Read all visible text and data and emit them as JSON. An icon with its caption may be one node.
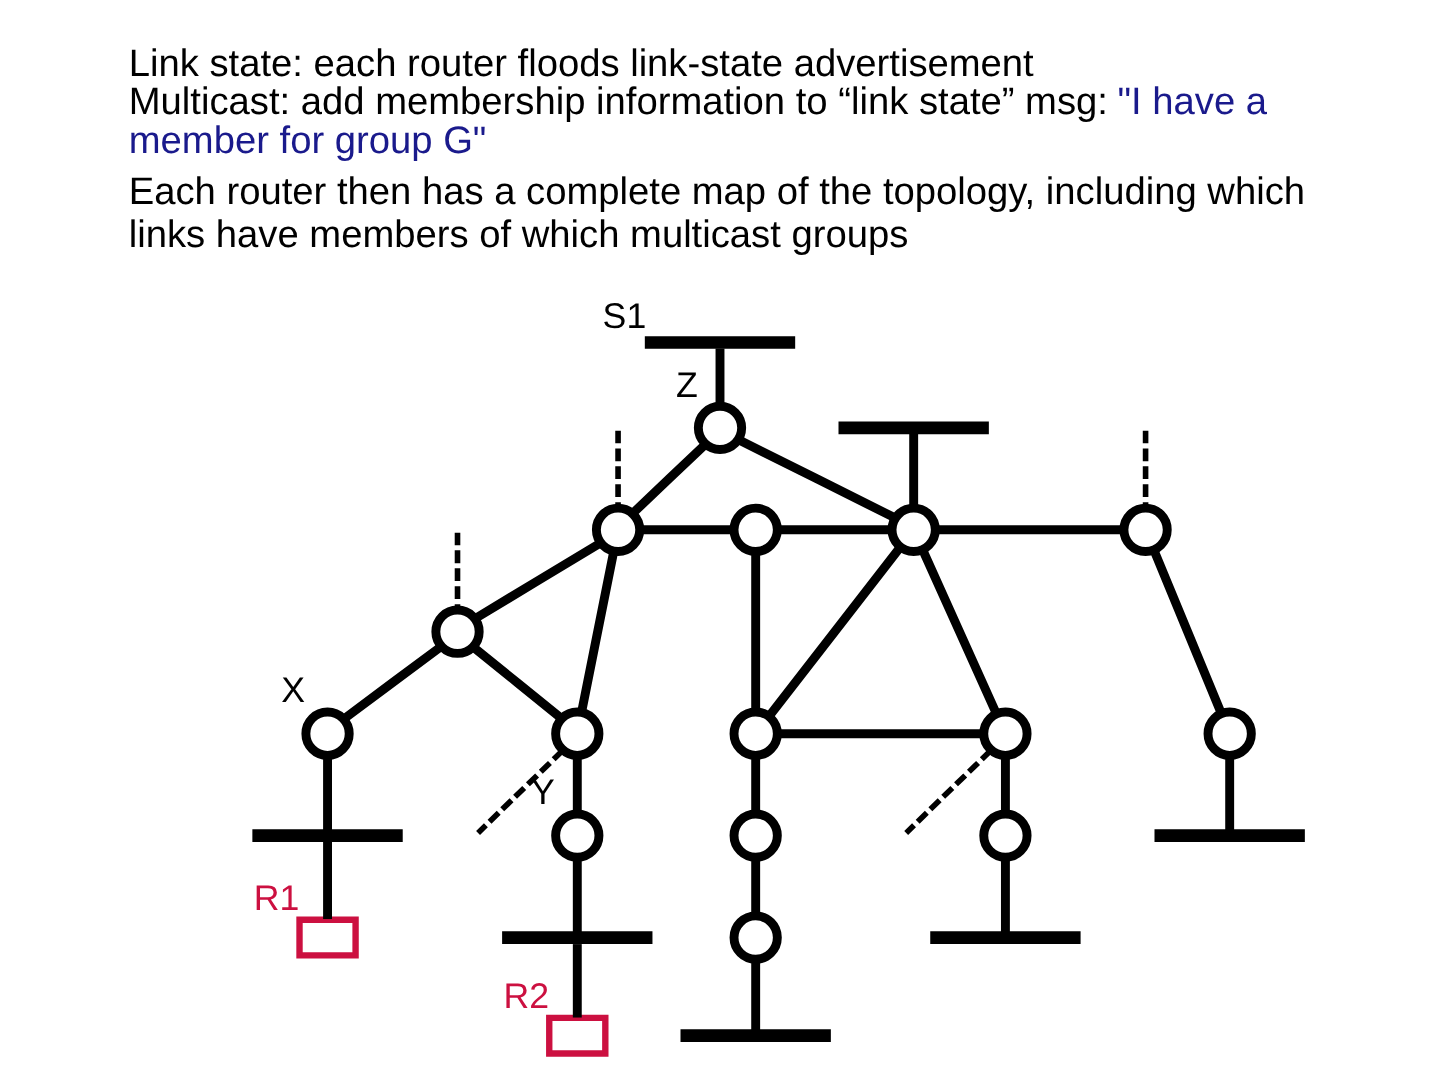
{
  "diagram": {
    "nodes": [
      {
        "text": [],
        "shape": "bar",
        "beside": [
          "S1"
        ]
      },
      {
        "text": [],
        "shape": "circle",
        "beside": [
          "Z"
        ]
      },
      {
        "text": [],
        "shape": "bar"
      },
      {
        "text": [],
        "shape": "circle"
      },
      {
        "text": [],
        "shape": "circle"
      },
      {
        "text": [],
        "shape": "circle"
      },
      {
        "text": [],
        "shape": "circle"
      },
      {
        "text": [],
        "shape": "circle"
      },
      {
        "text": [],
        "shape": "circle",
        "beside": [
          "X"
        ]
      },
      {
        "text": [],
        "shape": "circle"
      },
      {
        "text": [],
        "shape": "circle"
      },
      {
        "text": [],
        "shape": "circle"
      },
      {
        "text": [],
        "shape": "circle"
      },
      {
        "text": [],
        "shape": "bar"
      },
      {
        "text": [],
        "shape": "bar"
      },
      {
        "text": [],
        "shape": "box",
        "beside": [
          "R1"
        ]
      },
      {
        "text": [],
        "shape": "circle"
      },
      {
        "text": [],
        "shape": "circle",
        "beside": [
          "Y"
        ]
      },
      {
        "text": [],
        "shape": "circle"
      },
      {
        "text": [],
        "shape": "circle"
      },
      {
        "text": [],
        "shape": "bar"
      },
      {
        "text": [],
        "shape": "bar"
      },
      {
        "text": [],
        "shape": "box",
        "beside": [
          "R2"
        ]
      },
      {
        "text": [],
        "shape": "bar"
      }
    ],
    "edges": [
      {
        "from": 0,
        "to": 1,
        "arrow": "none"
      },
      {
        "from": 1,
        "to": 3,
        "arrow": "none"
      },
      {
        "from": 1,
        "to": 5,
        "arrow": "none"
      },
      {
        "from": 2,
        "to": 5,
        "arrow": "none"
      },
      {
        "from": 3,
        "to": 4,
        "arrow": "none"
      },
      {
        "from": 4,
        "to": 5,
        "arrow": "none"
      },
      {
        "from": 5,
        "to": 6,
        "arrow": "none"
      },
      {
        "from": 3,
        "to": 7,
        "arrow": "none"
      },
      {
        "from": 7,
        "to": 8,
        "arrow": "none"
      },
      {
        "from": 7,
        "to": 9,
        "arrow": "none"
      },
      {
        "from": 3,
        "to": 9,
        "arrow": "none"
      },
      {
        "from": 4,
        "to": 10,
        "arrow": "none"
      },
      {
        "from": 5,
        "to": 10,
        "arrow": "none"
      },
      {
        "from": 5,
        "to": 11,
        "arrow": "none"
      },
      {
        "from": 10,
        "to": 11,
        "arrow": "none"
      },
      {
        "from": 6,
        "to": 12,
        "arrow": "none"
      },
      {
        "from": 8,
        "to": 13,
        "arrow": "none"
      },
      {
        "from": 12,
        "to": 14,
        "arrow": "none"
      },
      {
        "from": 13,
        "to": 15,
        "arrow": "none"
      },
      {
        "from": 9,
        "to": 17,
        "arrow": "none"
      },
      {
        "from": 10,
        "to": 16,
        "arrow": "none"
      },
      {
        "from": 11,
        "to": 18,
        "arrow": "none"
      },
      {
        "from": 16,
        "to": 19,
        "arrow": "none"
      },
      {
        "from": 17,
        "to": 20,
        "arrow": "none"
      },
      {
        "from": 18,
        "to": 21,
        "arrow": "none"
      },
      {
        "from": 20,
        "to": 22,
        "arrow": "none"
      },
      {
        "from": 19,
        "to": 23,
        "arrow": "none"
      },
      {
        "from": null,
        "to": 3,
        "arrow": "none",
        "style": "dashed"
      },
      {
        "from": null,
        "to": 7,
        "arrow": "none",
        "style": "dashed"
      },
      {
        "from": 9,
        "to": null,
        "arrow": "none",
        "style": "dashed"
      },
      {
        "from": 11,
        "to": null,
        "arrow": "none",
        "style": "dashed"
      },
      {
        "from": null,
        "to": 6,
        "arrow": "none",
        "style": "dashed"
      }
    ],
    "labels": [
      "Link state: each router floods link-state advertisement",
      "Multicast: add membership information to “link state” msg:",
      "\"I have a member for group G\"",
      "Each router then has a complete map of the topology, including which links have members of which multicast groups"
    ]
  }
}
